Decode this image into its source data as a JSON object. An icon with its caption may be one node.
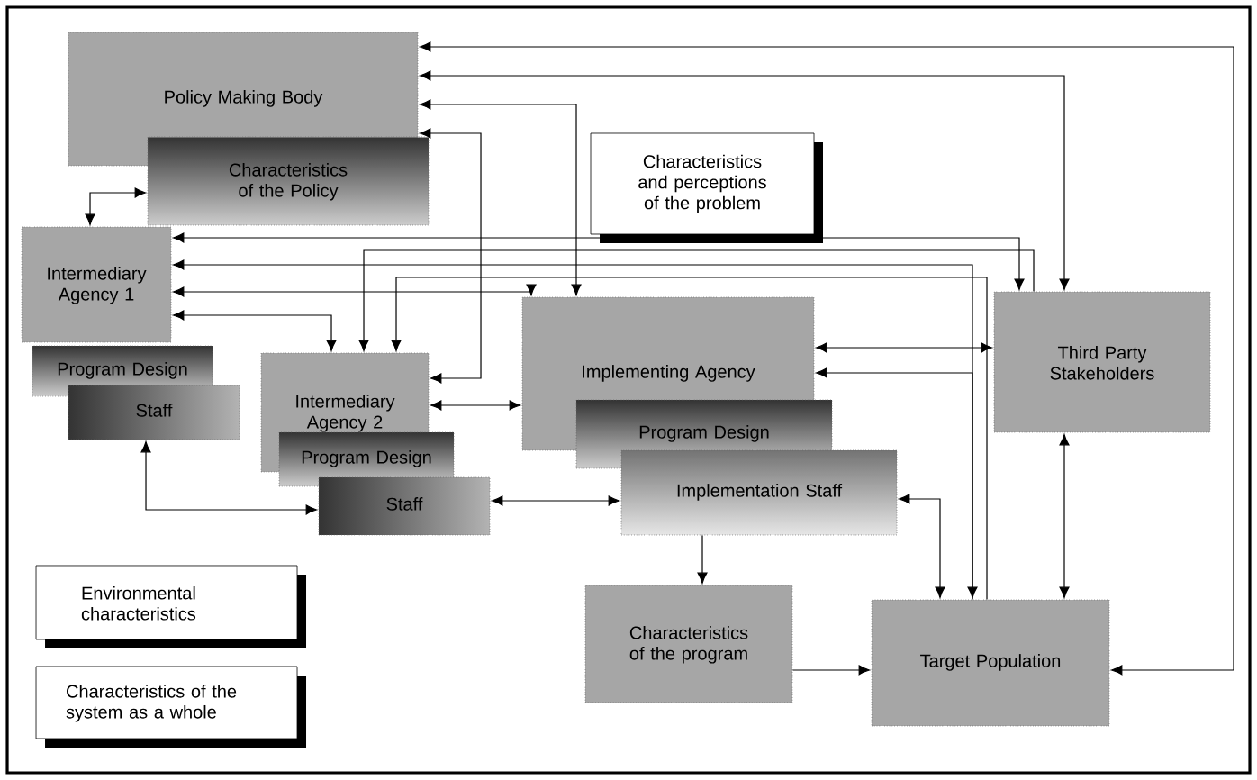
{
  "diagram": {
    "nodes": [
      {
        "text": [
          "Policy Making Body"
        ]
      },
      {
        "text": [
          "Characteristics of the Policy"
        ]
      },
      {
        "text": [
          "Characteristics and perceptions of the problem"
        ]
      },
      {
        "text": [
          "Intermediary Agency 1"
        ]
      },
      {
        "text": [
          "Program Design"
        ]
      },
      {
        "text": [
          "Staff"
        ]
      },
      {
        "text": [
          "Intermediary Agency 2"
        ]
      },
      {
        "text": [
          "Program Design"
        ]
      },
      {
        "text": [
          "Staff"
        ]
      },
      {
        "text": [
          "Implementing Agency"
        ]
      },
      {
        "text": [
          "Program Design"
        ]
      },
      {
        "text": [
          "Implementation Staff"
        ]
      },
      {
        "text": [
          "Third Party Stakeholders"
        ]
      },
      {
        "text": [
          "Characteristics of the program"
        ]
      },
      {
        "text": [
          "Target Population"
        ]
      },
      {
        "text": [
          "Environmental characteristics"
        ]
      },
      {
        "text": [
          "Characteristics of the system as a whole"
        ]
      }
    ],
    "edges": [
      {
        "from": 0,
        "to": 14,
        "arrow": "both"
      },
      {
        "from": 0,
        "to": 12,
        "arrow": "both"
      },
      {
        "from": 0,
        "to": 9,
        "arrow": "both"
      },
      {
        "from": 0,
        "to": 6,
        "arrow": "both"
      },
      {
        "from": 1,
        "to": 3,
        "arrow": "both"
      },
      {
        "from": 3,
        "to": 12,
        "arrow": "both"
      },
      {
        "from": 3,
        "to": 14,
        "arrow": "both"
      },
      {
        "from": 14,
        "to": 9,
        "arrow": "to"
      },
      {
        "from": 3,
        "to": 9,
        "arrow": "both"
      },
      {
        "from": 3,
        "to": 6,
        "arrow": "both"
      },
      {
        "from": 12,
        "to": 6,
        "arrow": "to"
      },
      {
        "from": 14,
        "to": 6,
        "arrow": "to"
      },
      {
        "from": 6,
        "to": 9,
        "arrow": "both"
      },
      {
        "from": 9,
        "to": 12,
        "arrow": "both"
      },
      {
        "from": 5,
        "to": 8,
        "arrow": "both"
      },
      {
        "from": 8,
        "to": 11,
        "arrow": "both"
      },
      {
        "from": 11,
        "to": 14,
        "arrow": "both"
      },
      {
        "from": 11,
        "to": 13,
        "arrow": "to"
      },
      {
        "from": 13,
        "to": 14,
        "arrow": "to"
      },
      {
        "from": 12,
        "to": 14,
        "arrow": "both"
      }
    ]
  }
}
